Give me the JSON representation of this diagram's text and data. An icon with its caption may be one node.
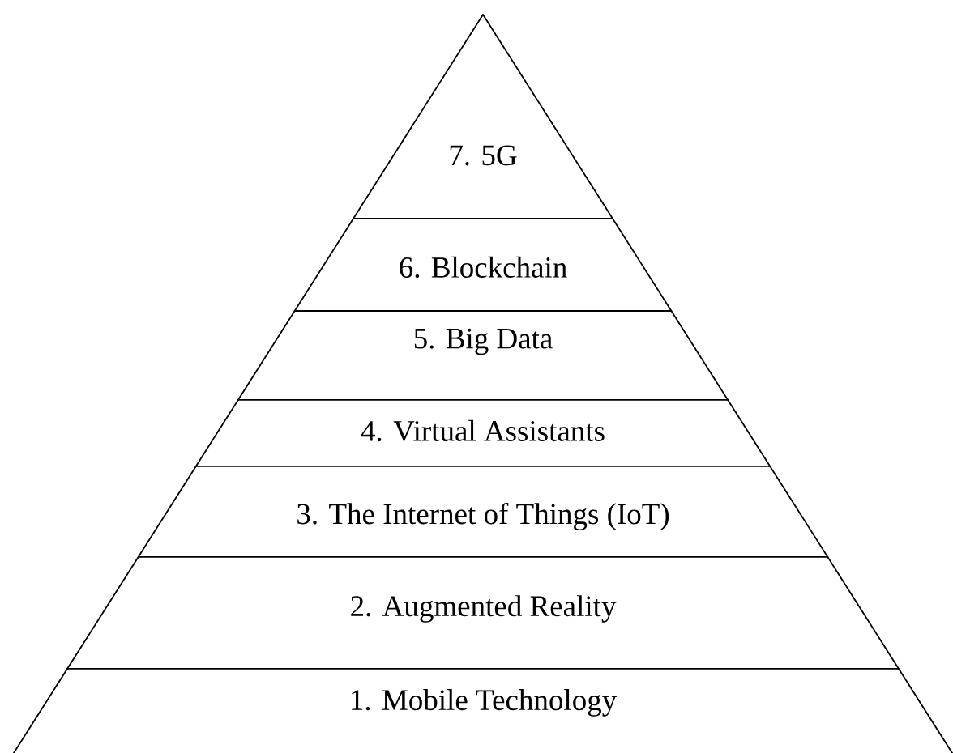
{
  "diagram": {
    "nodes": [
      {
        "text": [
          "7. 5G"
        ]
      },
      {
        "text": [
          "6. Blockchain"
        ]
      },
      {
        "text": [
          "5. Big Data"
        ]
      },
      {
        "text": [
          "4. Virtual Assistants"
        ]
      },
      {
        "text": [
          "3. The Internet of Things (IoT)"
        ]
      },
      {
        "text": [
          "2. Augmented Reality"
        ]
      },
      {
        "text": [
          "1. Mobile Technology"
        ]
      }
    ]
  }
}
